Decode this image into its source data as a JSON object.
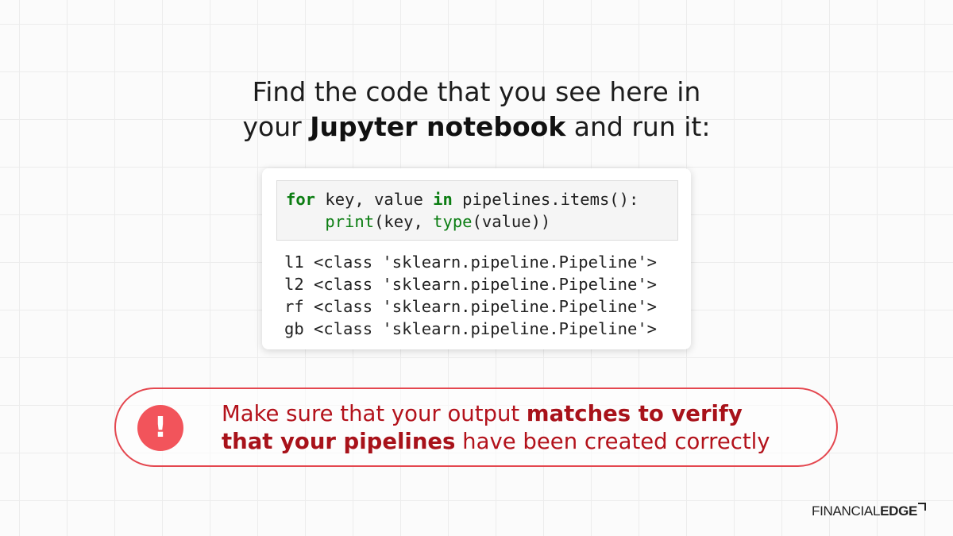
{
  "heading": {
    "line1": "Find the code that you see here in",
    "line2_prefix": "your ",
    "line2_bold": "Jupyter notebook",
    "line2_suffix": " and run it:"
  },
  "code": {
    "input": {
      "line1": {
        "kw_for": "for",
        "mid": " key, value ",
        "kw_in": "in",
        "rest": " pipelines.items():"
      },
      "line2": {
        "indent": "    ",
        "fn_print": "print",
        "mid": "(key, ",
        "fn_type": "type",
        "rest": "(value))"
      }
    },
    "output": [
      "l1 <class 'sklearn.pipeline.Pipeline'>",
      "l2 <class 'sklearn.pipeline.Pipeline'>",
      "rf <class 'sklearn.pipeline.Pipeline'>",
      "gb <class 'sklearn.pipeline.Pipeline'>"
    ]
  },
  "alert": {
    "icon_glyph": "!",
    "icon_name": "exclamation-icon",
    "line1_regular": "Make sure that your output ",
    "line1_bold": "matches to verify",
    "line2_bold": "that your pipelines",
    "line2_regular": " have been created correctly",
    "accent_color": "#e4474f"
  },
  "brand": {
    "regular": "FINANCIAL",
    "bold": "EDGE"
  }
}
